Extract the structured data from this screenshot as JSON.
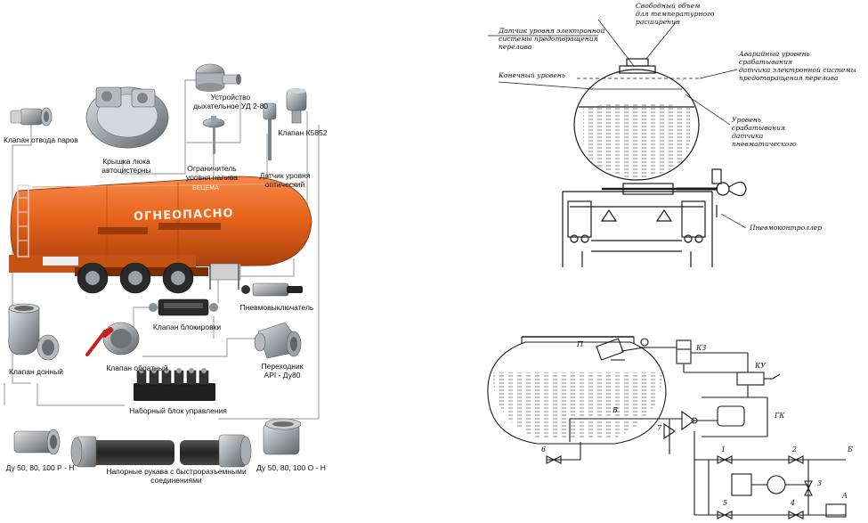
{
  "left": {
    "tanker_text": "ОГНЕОПАСНО",
    "brand_text": "БЕЦЕМА",
    "labels": {
      "vapor_valve": "Клапан отвода паров",
      "hatch_cover": "Крышка люка\nавтоцистерны",
      "breather": "Устройство\nдыхательное УД 2-80",
      "fill_limiter": "Ограничитель\nуровня налива",
      "valve_k5852": "Клапан К5852",
      "optical_sensor": "Датчик уровня\nоптический",
      "pneumo_switch": "Пневмовыключатель",
      "block_valve": "Клапан блокировки",
      "bottom_valve": "Клапан донный",
      "check_valve": "Клапан обратный",
      "adapter": "Переходник\nAPI - Ду80",
      "control_block": "Наборный блок управления",
      "du_left": "Ду 50, 80, 100  Р - Н",
      "hoses": "Напорные рукава с быстроразъемными\nсоединениями",
      "du_right": "Ду 50, 80, 100  О - Н"
    }
  },
  "right_top": {
    "labels": {
      "free_volume": "Свободный объем\nдля температурного\nрасширения",
      "electronic_sensor": "Датчик уровня электронной\nсистемы предотвращения\nперелива",
      "final_level": "Конечный уровень",
      "emergency_level": "Аварийный уровень срабатывания\nдатчика электронной системы\nпредотвращения перелива",
      "pneumatic_level": "Уровень\nсрабатывания\nдатчика\nпневматического",
      "pneumocontroller": "Пневмоконтроллер"
    }
  },
  "right_bottom": {
    "labels": {
      "P": "П",
      "KZ": "КЗ",
      "KU": "КУ",
      "V": "В",
      "GK": "ГК",
      "n7": "7",
      "n6": "6",
      "n1": "1",
      "n2": "2",
      "n3": "3",
      "n4": "4",
      "n5": "5",
      "B": "Б",
      "A": "А"
    }
  },
  "colors": {
    "tank_orange": "#e8641c",
    "tank_dark": "#b5420c",
    "metal": "#a9adb2",
    "line": "#9a9a9a",
    "drawing": "#1a1a1a"
  }
}
